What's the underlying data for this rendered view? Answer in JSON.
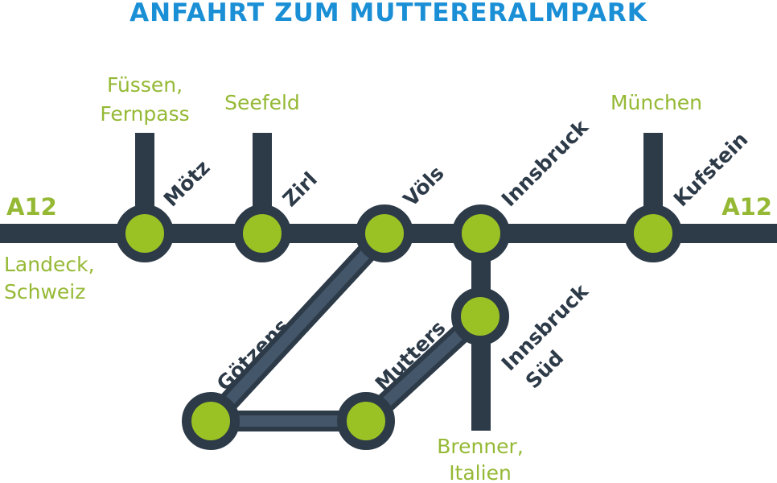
{
  "title": "ANFAHRT ZUM MUTTERERALMPARK",
  "colors": {
    "title": "#1a8fd6",
    "road_dark": "#2d3a48",
    "road_secondary": "#44566a",
    "station_fill": "#9bc224",
    "label_green": "#95b935"
  },
  "highway": {
    "left": "A12",
    "right": "A12"
  },
  "destinations": {
    "fuessen": [
      "Füssen,",
      "Fernpass"
    ],
    "seefeld": [
      "Seefeld"
    ],
    "muenchen": [
      "München"
    ],
    "landeck": [
      "Landeck,",
      "Schweiz"
    ],
    "brenner": [
      "Brenner,",
      "Italien"
    ]
  },
  "stops": {
    "moetz": "Mötz",
    "zirl": "Zirl",
    "voels": "Völs",
    "innsbruck": "Innsbruck",
    "kufstein": "Kufstein",
    "innsbruck_sued": [
      "Innsbruck",
      "Süd"
    ],
    "goetzens": "Götzens",
    "mutters": "Mutters"
  }
}
